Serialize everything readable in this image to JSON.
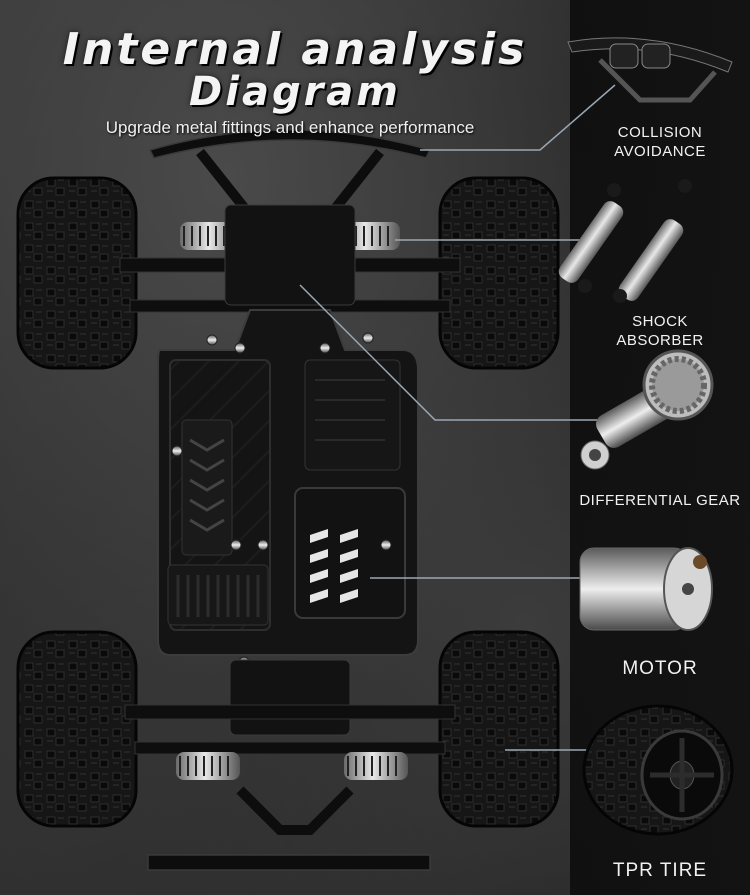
{
  "title": {
    "line1": "Internal analysis",
    "line2": "Diagram",
    "subtitle": "Upgrade metal fittings and enhance performance"
  },
  "parts": [
    {
      "id": "collision",
      "label_lines": [
        "COLLISION",
        "AVOIDANCE"
      ],
      "icon": "bumper-icon"
    },
    {
      "id": "shock",
      "label_lines": [
        "SHOCK",
        "ABSORBER"
      ],
      "icon": "shock-absorber-icon"
    },
    {
      "id": "gear",
      "label_lines": [
        "DIFFERENTIAL GEAR"
      ],
      "icon": "differential-gear-icon"
    },
    {
      "id": "motor",
      "label_lines": [
        "MOTOR"
      ],
      "icon": "motor-icon"
    },
    {
      "id": "tire",
      "label_lines": [
        "TPR TIRE"
      ],
      "icon": "tire-icon"
    }
  ],
  "colors": {
    "background": "#2a2a2a",
    "panel": "#121212",
    "text": "#f2f2f2",
    "callout_line": "#9aa8b4",
    "chassis": "#111111"
  }
}
